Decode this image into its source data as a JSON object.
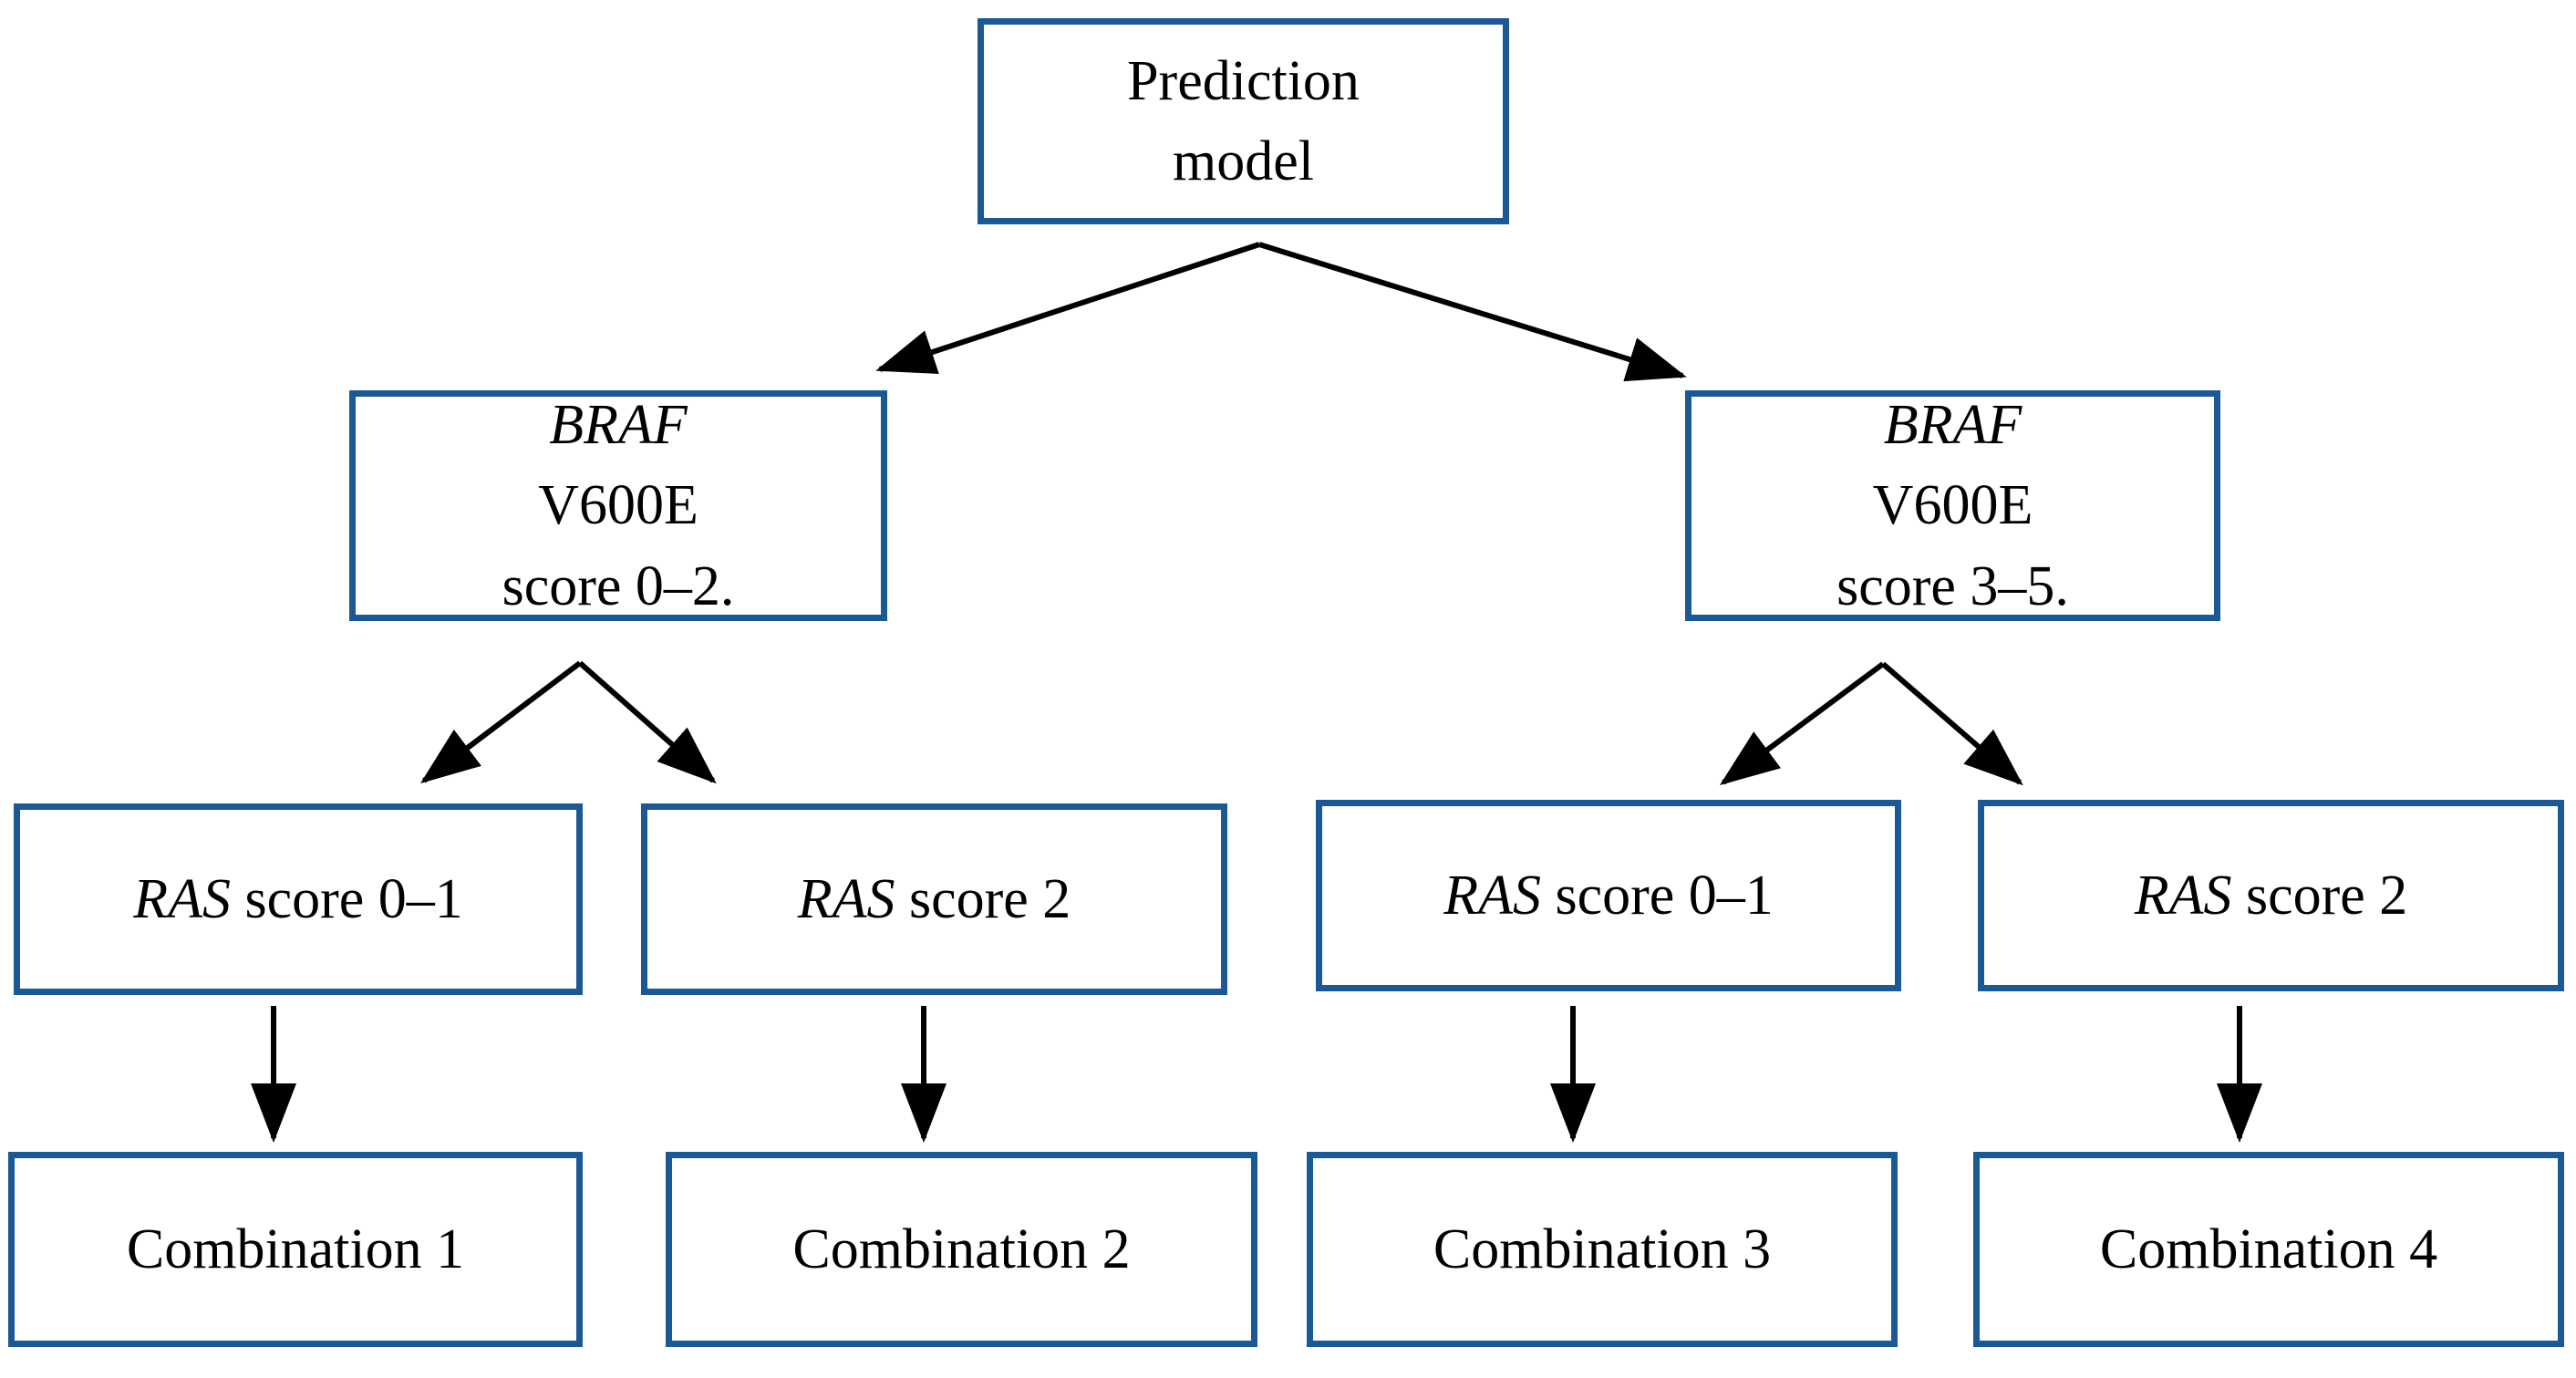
{
  "figure": {
    "background_color": "#ffffff",
    "box_border_color": "#1a5896",
    "arrow_color": "#000000",
    "text_color": "#000000",
    "nodes": {
      "root": {
        "line1": "Prediction",
        "line2": "model"
      },
      "braf_low": {
        "gene": "BRAF",
        "variant": "V600E",
        "score": "score 0–2."
      },
      "braf_high": {
        "gene": "BRAF",
        "variant": "V600E",
        "score": "score 3–5."
      },
      "ras_low_left": {
        "gene": "RAS",
        "rest": " score 0–1"
      },
      "ras_high_left": {
        "gene": "RAS",
        "rest": " score 2"
      },
      "ras_low_right": {
        "gene": "RAS",
        "rest": " score 0–1"
      },
      "ras_high_right": {
        "gene": "RAS",
        "rest": " score 2"
      },
      "comb1": {
        "label": "Combination 1"
      },
      "comb2": {
        "label": "Combination 2"
      },
      "comb3": {
        "label": "Combination 3"
      },
      "comb4": {
        "label": "Combination 4"
      }
    }
  }
}
